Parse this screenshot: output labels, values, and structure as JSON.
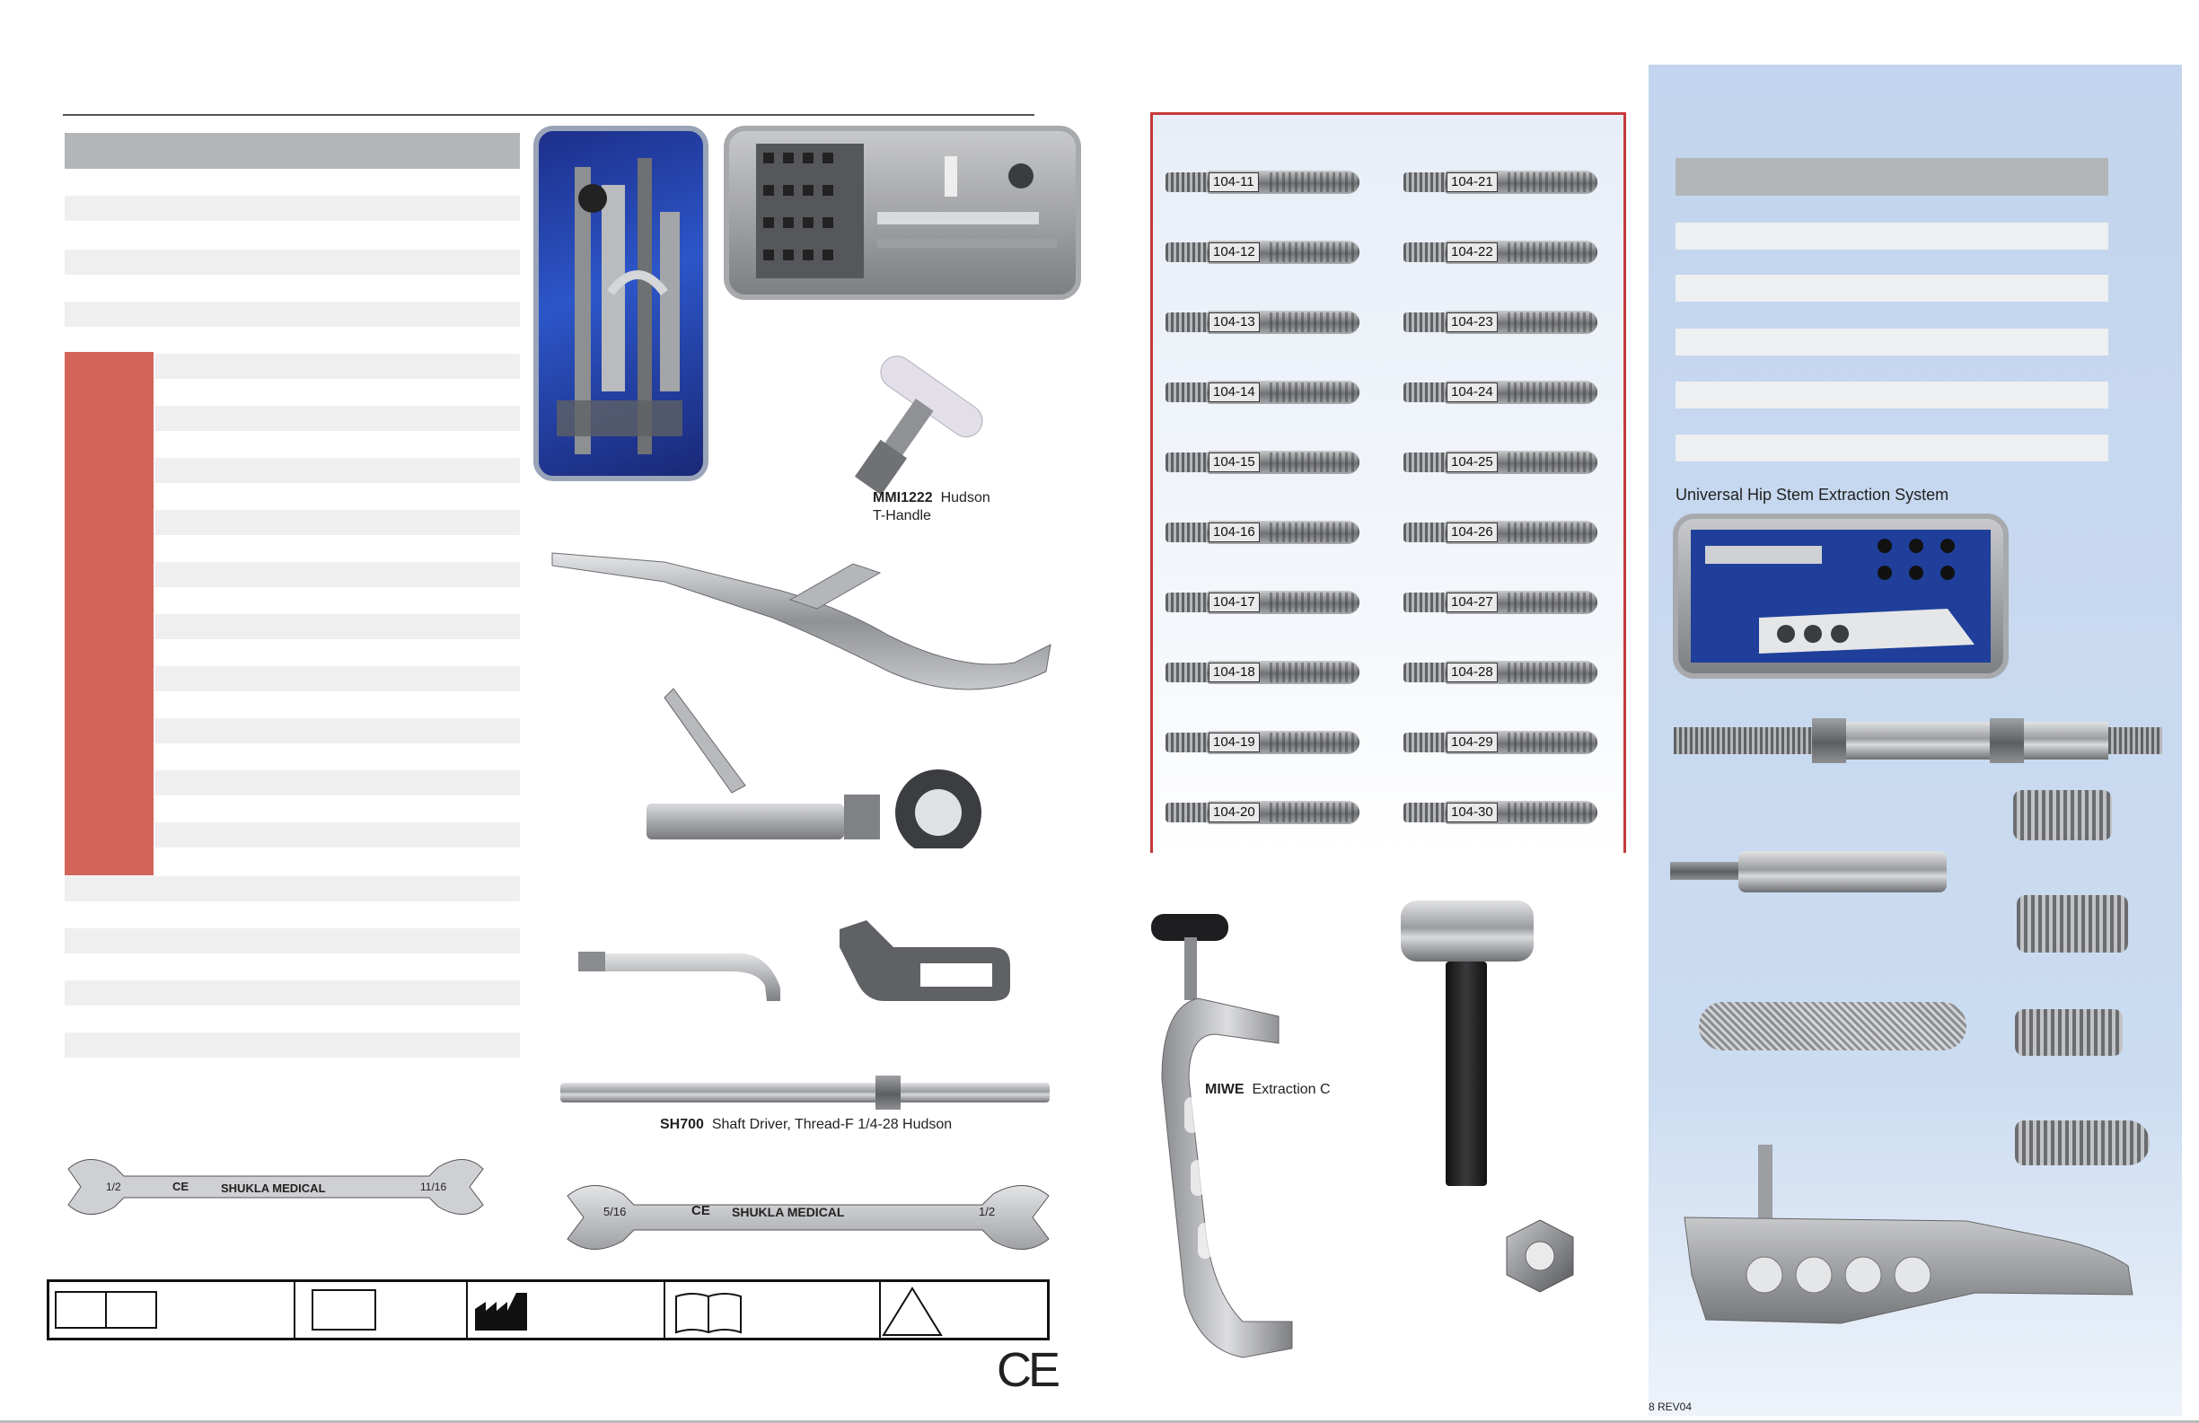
{
  "captions": {
    "mmi1222_code": "MMI1222",
    "mmi1222_desc": "Hudson",
    "mmi1222_desc2": "T-Handle",
    "sh700_code": "SH700",
    "sh700_desc": "Shaft Driver, Thread-F 1/4-28 Hudson",
    "miwe_code": "MIWE",
    "miwe_desc": "Extraction C",
    "right_title": "Universal Hip Stem Extraction System",
    "page_rev": "8 REV04"
  },
  "engravings": {
    "wrench1_left": "1/2",
    "wrench1_ce": "CE",
    "wrench1_brand": "SHUKLA MEDICAL",
    "wrench1_right": "11/16",
    "wrench2_left": "5/16",
    "wrench2_ce": "CE",
    "wrench2_brand": "SHUKLA MEDICAL",
    "wrench2_right": "1/2",
    "ce_mark": "CE"
  },
  "pins_left": [
    "104-11",
    "104-12",
    "104-13",
    "104-14",
    "104-15",
    "104-16",
    "104-17",
    "104-18",
    "104-19",
    "104-20"
  ],
  "pins_right": [
    "104-21",
    "104-22",
    "104-23",
    "104-24",
    "104-25",
    "104-26",
    "104-27",
    "104-28",
    "104-29",
    "104-30"
  ],
  "colors": {
    "accent_red": "#d2645a",
    "frame_red": "#c73a3a",
    "panel_blue": "#c3d5ee",
    "header_grey": "#b3b6b7"
  },
  "icons": [
    "ref-icon",
    "lot-icon",
    "manufacturer-icon",
    "instructions-icon",
    "caution-icon",
    "ce-mark-icon"
  ]
}
